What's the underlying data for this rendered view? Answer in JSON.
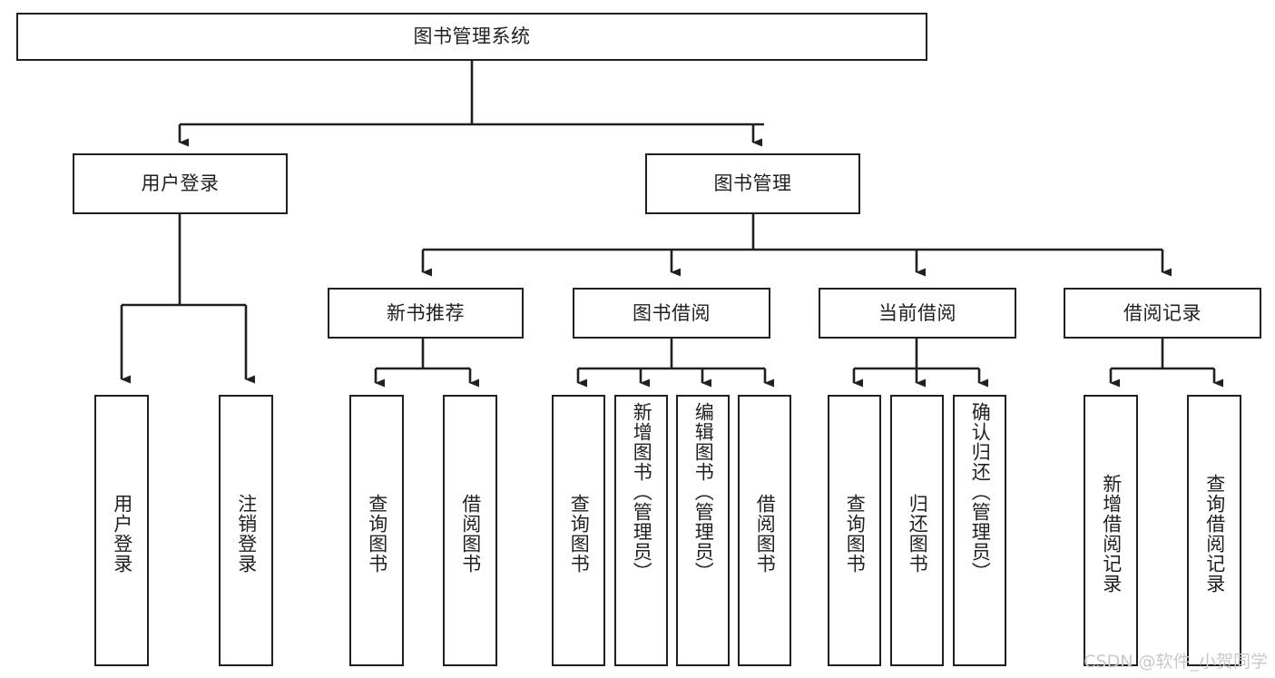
{
  "diagram": {
    "kind": "functional-structure-tree",
    "root": {
      "label": "图书管理系统"
    },
    "level2": [
      {
        "label": "用户登录"
      },
      {
        "label": "图书管理"
      }
    ],
    "level3": [
      {
        "label": "新书推荐"
      },
      {
        "label": "图书借阅"
      },
      {
        "label": "当前借阅"
      },
      {
        "label": "借阅记录"
      }
    ],
    "leaves": {
      "user_login": [
        {
          "label": "用户登录"
        },
        {
          "label": "注销登录"
        }
      ],
      "new_book_recommend": [
        {
          "label": "查询图书"
        },
        {
          "label": "借阅图书"
        }
      ],
      "book_borrow": [
        {
          "label": "查询图书"
        },
        {
          "label": "新增图书（管理员）"
        },
        {
          "label": "编辑图书（管理员）"
        },
        {
          "label": "借阅图书"
        }
      ],
      "current_borrow": [
        {
          "label": "查询图书"
        },
        {
          "label": "归还图书"
        },
        {
          "label": "确认归还（管理员）"
        }
      ],
      "borrow_record": [
        {
          "label": "新增借阅记录"
        },
        {
          "label": "查询借阅记录"
        }
      ]
    }
  },
  "watermark": {
    "text": "CSDN @软件_小贺同学"
  },
  "colors": {
    "stroke": "#231f20",
    "background": "#ffffff",
    "watermark": "#c9c9c9"
  }
}
